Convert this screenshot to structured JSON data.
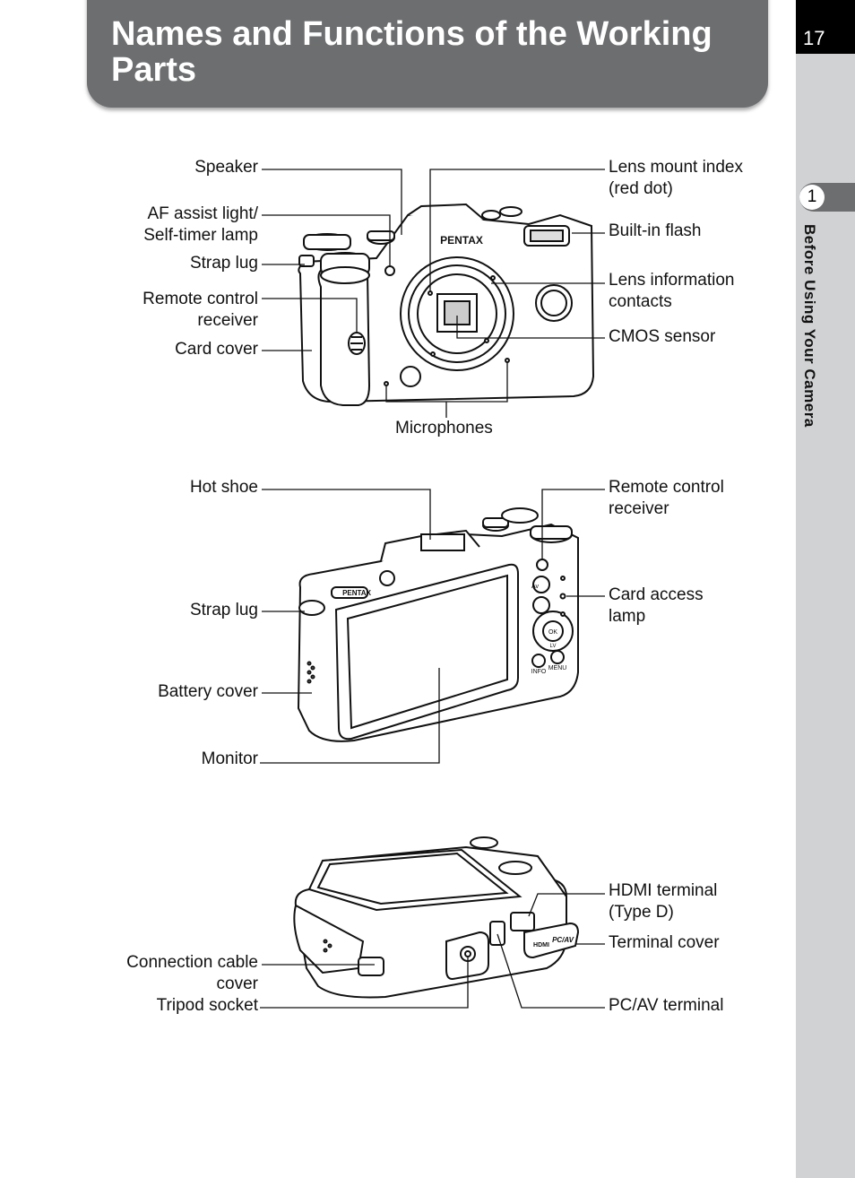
{
  "page": {
    "title": "Names and Functions of the Working Parts",
    "page_number": "17",
    "chapter_number": "1",
    "chapter_title": "Before Using Your Camera"
  },
  "front_view": {
    "brand_text": "PENTAX",
    "labels": {
      "speaker": "Speaker",
      "af_assist": "AF assist light/\nSelf-timer lamp",
      "strap_lug": "Strap lug",
      "remote_receiver": "Remote control\nreceiver",
      "card_cover": "Card cover",
      "lens_mount_index": "Lens mount index\n(red dot)",
      "built_in_flash": "Built-in flash",
      "lens_contacts": "Lens information\ncontacts",
      "cmos_sensor": "CMOS sensor",
      "microphones": "Microphones"
    }
  },
  "back_view": {
    "brand_text": "PENTAX",
    "button_marks": [
      "Av",
      "INFO",
      "MENU",
      "OK",
      "LV"
    ],
    "labels": {
      "hot_shoe": "Hot shoe",
      "strap_lug": "Strap lug",
      "battery_cover": "Battery cover",
      "monitor": "Monitor",
      "remote_receiver": "Remote control\nreceiver",
      "card_access_lamp": "Card access\nlamp"
    }
  },
  "side_view": {
    "terminal_marks": [
      "HDMI",
      "PC/AV"
    ],
    "labels": {
      "hdmi_terminal": "HDMI terminal\n(Type D)",
      "terminal_cover": "Terminal cover",
      "pc_av_terminal": "PC/AV terminal",
      "connection_cable_cover": "Connection cable\ncover",
      "tripod_socket": "Tripod socket"
    }
  }
}
